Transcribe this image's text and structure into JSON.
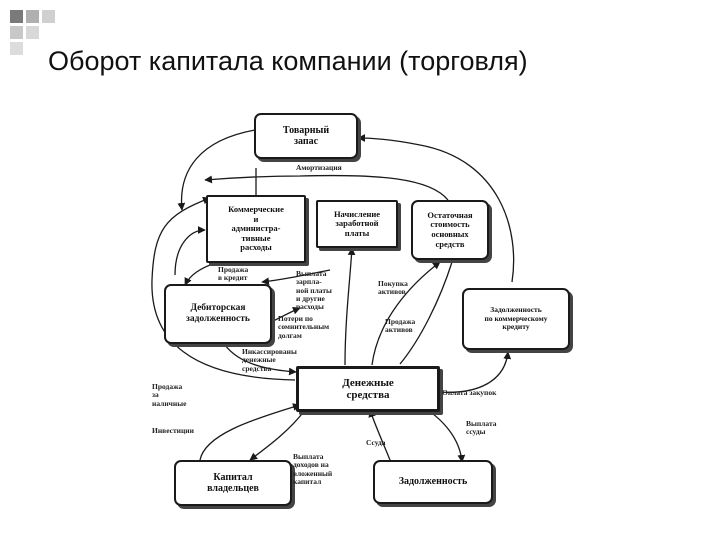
{
  "slide": {
    "title": "Оборот капитала компании (торговля)"
  },
  "diagram": {
    "nodes": {
      "inventory": "Товарный\nзапас",
      "commercial_expenses": "Коммерческие\nи\nадминистра-\nтивные\nрасходы",
      "payroll": "Начисление\nзаработной\nплаты",
      "residual_value": "Остаточная\nстоимость\nосновных\nсредств",
      "receivables": "Дебиторская\nзадолженность",
      "trade_credit_debt": "Задолженность\nпо коммерческому\nкредиту",
      "cash": "Денежные\nсредства",
      "owner_capital": "Капитал\nвладельцев",
      "debt": "Задолженность"
    },
    "labels": {
      "depreciation": "Амортизация",
      "credit_sale": "Продажа\nв кредит",
      "wage_payment": "Выплата\nзарпла-\nной платы\nи другие\nрасходы",
      "asset_purchase": "Покупка\nактивов",
      "bad_debt_loss": "Потери по\nсомнительным\nдолгам",
      "asset_sale": "Продажа\nактивов",
      "collected_cash": "Инкассированы\nденежные\nсредства",
      "cash_sale": "Продажа\nза\nналичные",
      "purchase_payment": "Оплата закупок",
      "investments": "Инвестиции",
      "loan_repayment": "Выплата\nссуды",
      "loan": "Ссуда",
      "income_payment": "Выплата\nдоходов на\nвложенный\nкапитал"
    }
  }
}
